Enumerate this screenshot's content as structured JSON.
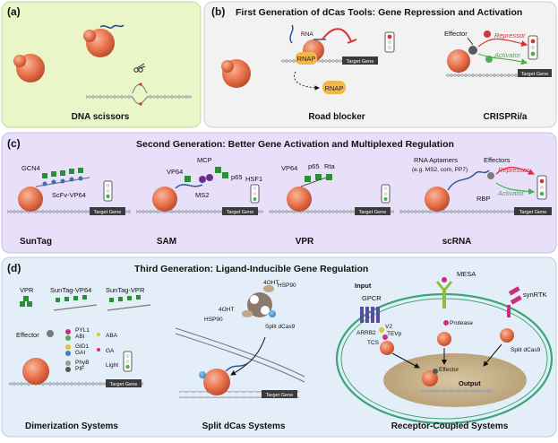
{
  "panels": {
    "a": {
      "letter": "(a)",
      "caption": "DNA scissors"
    },
    "b": {
      "letter": "(b)",
      "title": "First Generation of dCas Tools: Gene Repression and Activation",
      "labels": {
        "rna": "RNA",
        "rnap1": "RNAP",
        "rnap2": "RNAP",
        "target": "Target Gene",
        "effector": "Effector",
        "repressor": "Repressor",
        "activator": "Activator",
        "target2": "Target Gene"
      },
      "captions": {
        "left": "Road blocker",
        "right": "CRISPRi/a"
      }
    },
    "c": {
      "letter": "(c)",
      "title": "Second Generation: Better Gene Activation and Multiplexed Regulation",
      "labels": {
        "gcn4": "GCN4",
        "scfv": "ScFv-VP64",
        "vp64_sam": "VP64",
        "mcp": "MCP",
        "p65_sam": "p65",
        "hsf1": "HSF1",
        "ms2": "MS2",
        "vp64_vpr": "VP64",
        "p65_vpr": "p65",
        "rta": "Rta",
        "aptamers1": "RNA Aptamers",
        "aptamers2": "(e.g. MS2, com, PP7)",
        "effectors": "Effectors",
        "repressor": "Repressor",
        "activator": "Activator",
        "rbp": "RBP",
        "target": "Target Gene"
      },
      "captions": {
        "suntag": "SunTag",
        "sam": "SAM",
        "vpr": "VPR",
        "scrna": "scRNA"
      }
    },
    "d": {
      "letter": "(d)",
      "title": "Third Generation: Ligand-Inducible Gene Regulation",
      "labels": {
        "vpr": "VPR",
        "suntag_vp64": "SunTag-VP64",
        "suntag_vpr": "SunTag-VPR",
        "effector": "Effector",
        "pyl1": "PYL1",
        "abi": "ABI",
        "aba": "ABA",
        "gid1": "GID1",
        "gai": "GAI",
        "ga": "GA",
        "phyb": "PhyB",
        "pif": "PIF",
        "light": "Light",
        "target": "Target Gene",
        "ohta": "4OHT",
        "ohtb": "4OHT",
        "hsp90a": "HSP90",
        "hsp90b": "HSP90",
        "split": "Split dCas9",
        "input": "Input",
        "gpcr": "GPCR",
        "v2": "V2",
        "arrb2": "ARRB2",
        "tevp": "TEVp",
        "tcs": "TCS",
        "mesa": "MESA",
        "protease": "Protease",
        "synrtk": "synRTK",
        "split2": "Split dCas9",
        "effector2": "Effector",
        "output": "Output"
      },
      "captions": {
        "dimer": "Dimerization Systems",
        "split": "Split dCas Systems",
        "receptor": "Receptor-Coupled Systems"
      }
    }
  },
  "colors": {
    "panel_a_bg": "#eaf5c8",
    "panel_b_bg": "#f2f2f2",
    "panel_c_bg": "#e8e0f8",
    "panel_d_bg": "#e3eef9",
    "cas": "#e8734d",
    "repressor": "#d9303a",
    "activator": "#4caf50",
    "effector_green": "#2e8b3a",
    "rnap": "#f2b74a",
    "gene_box": "#3a3a3a",
    "nucleus": "#c9b48e"
  }
}
